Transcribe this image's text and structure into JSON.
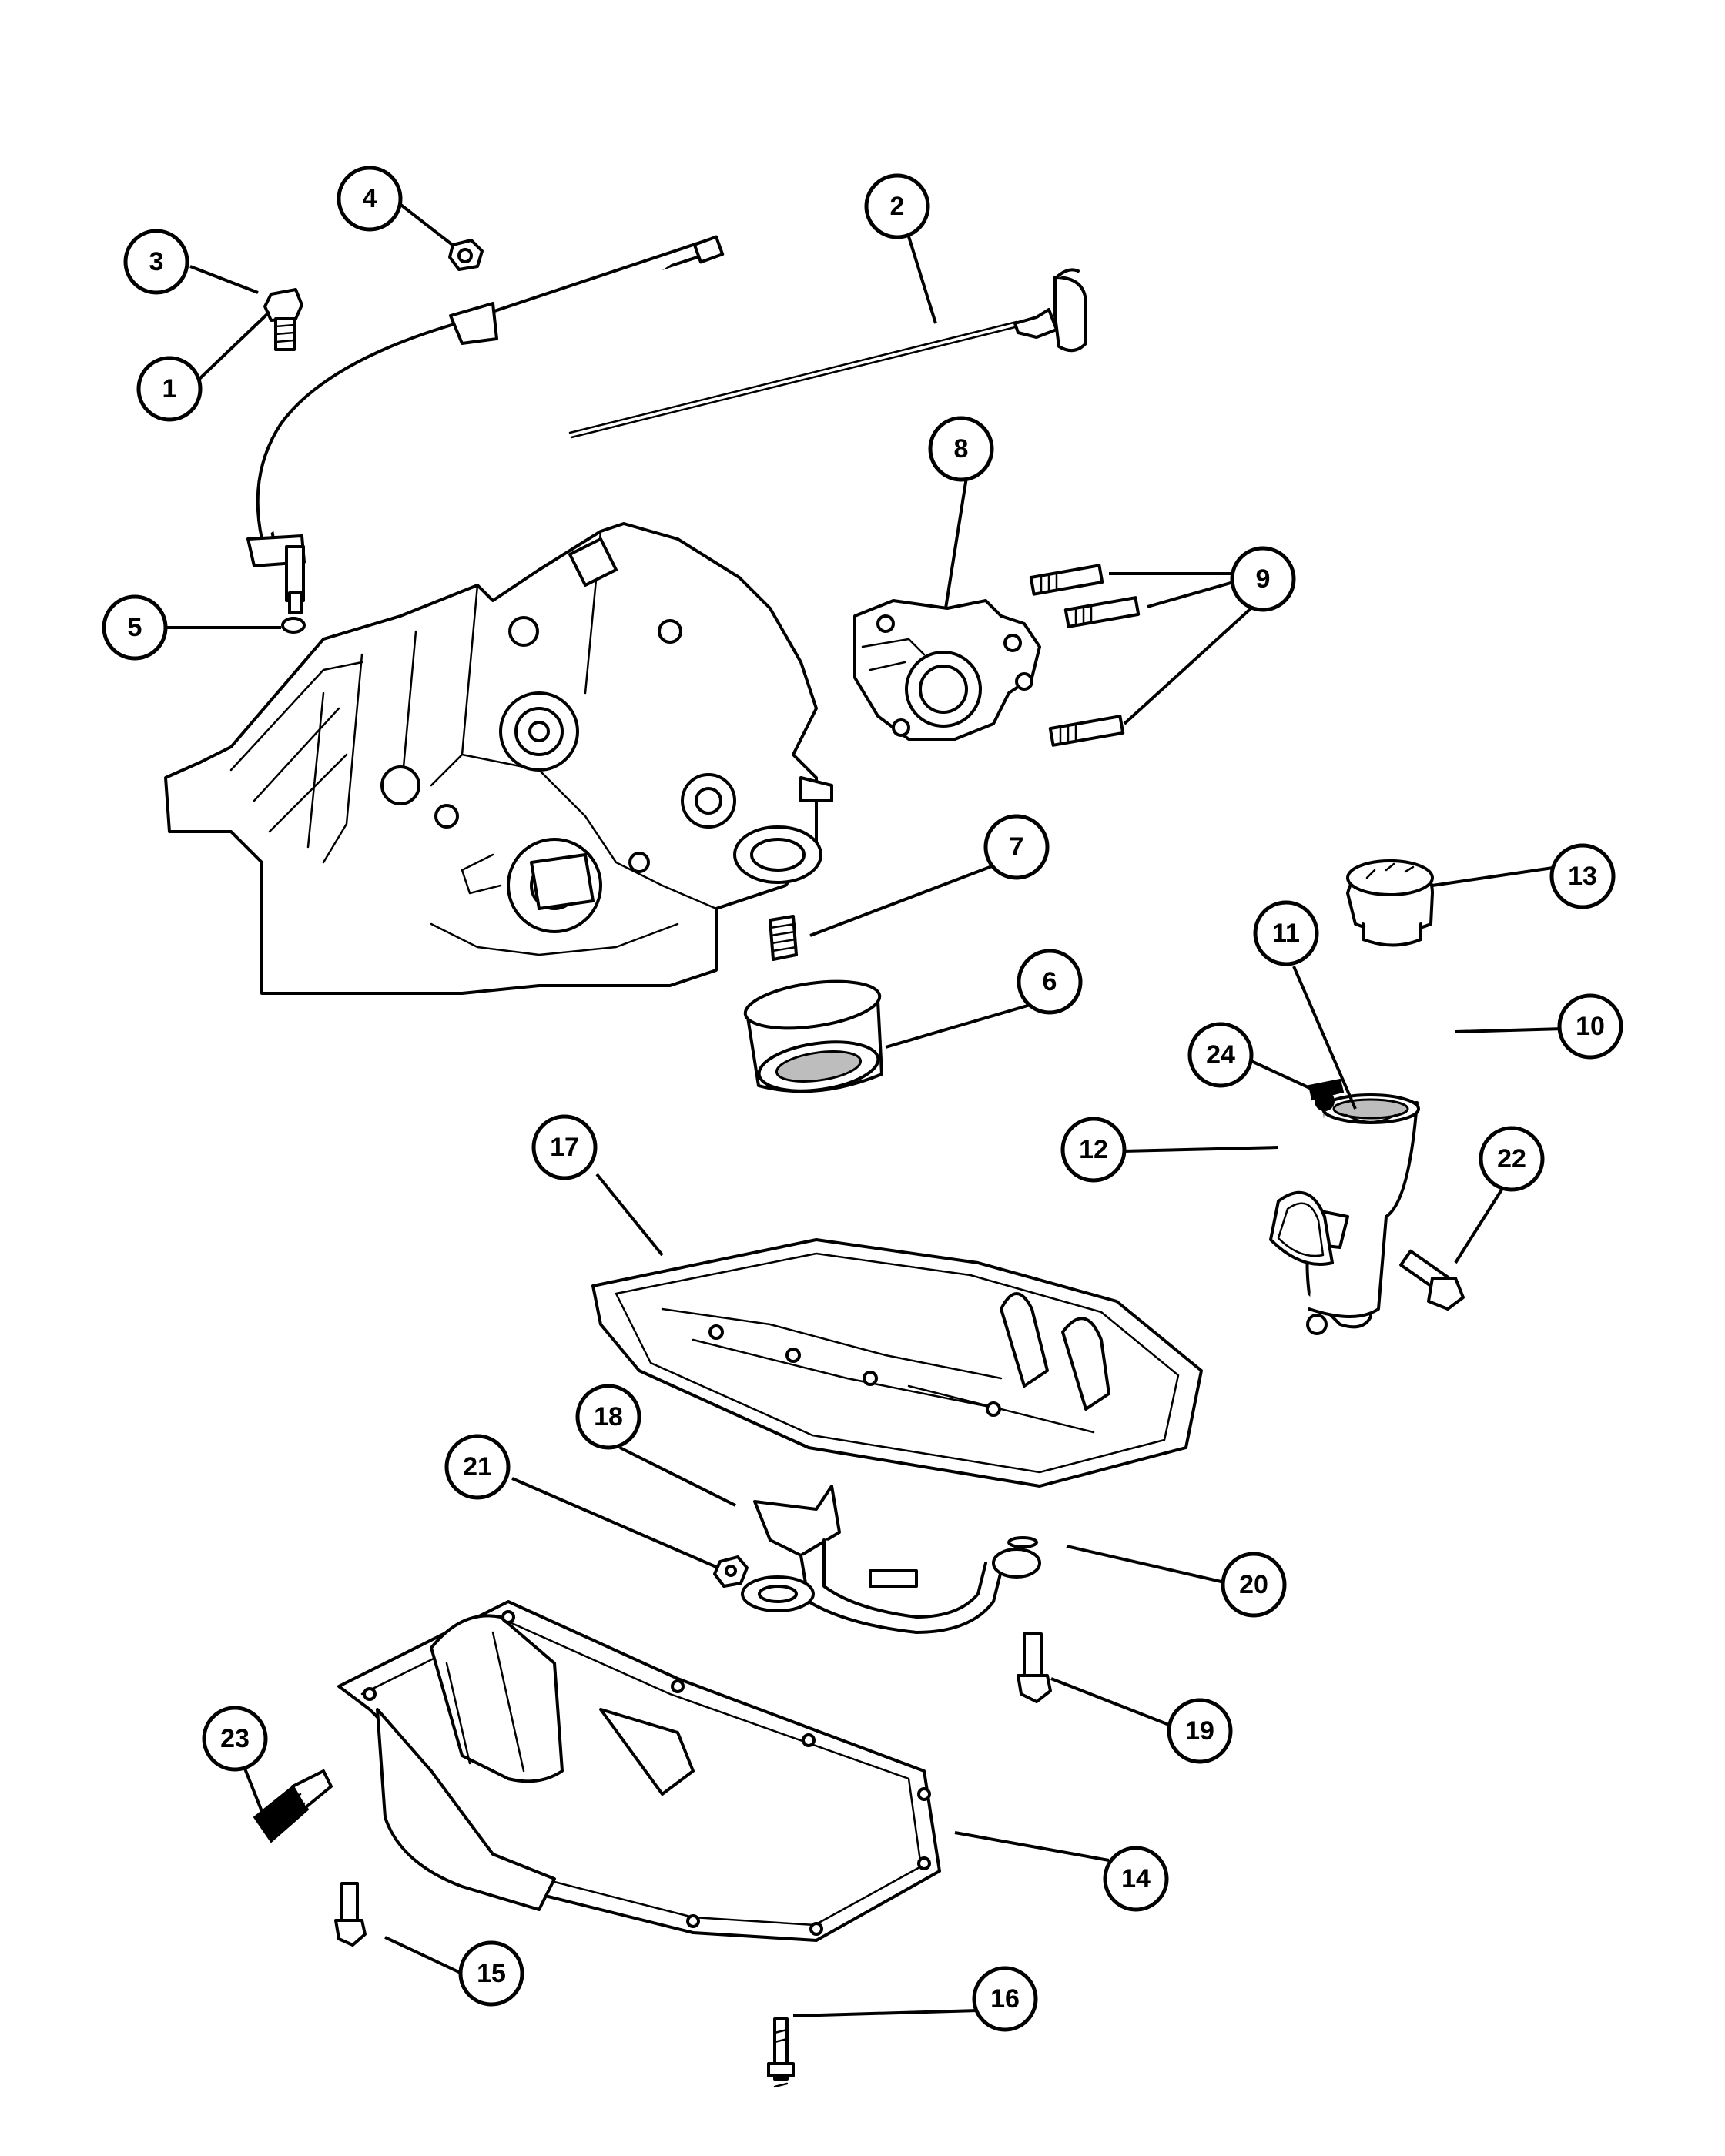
{
  "callouts": [
    {
      "num": "1"
    },
    {
      "num": "2"
    },
    {
      "num": "3"
    },
    {
      "num": "4"
    },
    {
      "num": "5"
    },
    {
      "num": "6"
    },
    {
      "num": "7"
    },
    {
      "num": "8"
    },
    {
      "num": "9"
    },
    {
      "num": "10"
    },
    {
      "num": "11"
    },
    {
      "num": "12"
    },
    {
      "num": "13"
    },
    {
      "num": "14"
    },
    {
      "num": "15"
    },
    {
      "num": "16"
    },
    {
      "num": "17"
    },
    {
      "num": "18"
    },
    {
      "num": "19"
    },
    {
      "num": "20"
    },
    {
      "num": "21"
    },
    {
      "num": "22"
    },
    {
      "num": "23"
    },
    {
      "num": "24"
    }
  ],
  "colors": {
    "line": "#000000",
    "background": "#ffffff",
    "shade": "#bdbdbd"
  }
}
